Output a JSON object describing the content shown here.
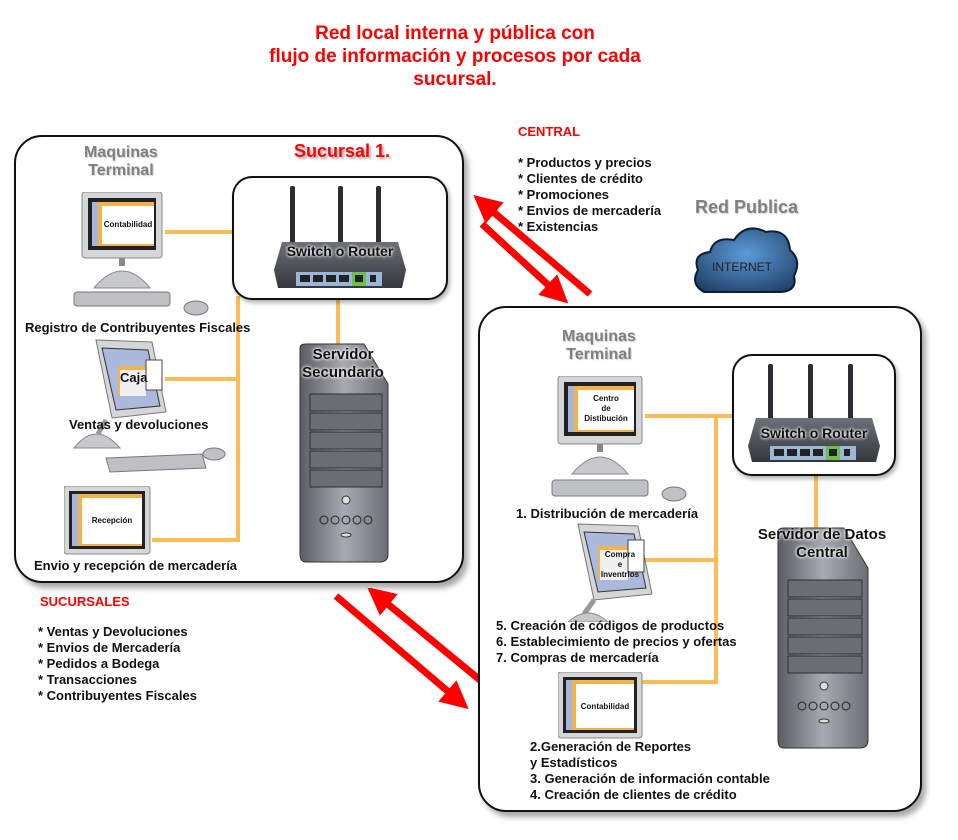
{
  "title": {
    "line1": "Red local interna y pública con",
    "line2": "flujo de información y procesos por cada",
    "line3": "sucursal."
  },
  "branch": {
    "title": "Sucursal 1.",
    "terminals_heading_1": "Maquinas",
    "terminals_heading_2": "Terminal",
    "router_label": "Switch o Router",
    "server_label_1": "Servidor",
    "server_label_2": "Secundario",
    "terminals": [
      {
        "screen": "Contabilidad",
        "caption": "Registro de Contribuyentes Fiscales"
      },
      {
        "screen": "Caja",
        "caption": "Ventas y devoluciones"
      },
      {
        "screen": "Recepción",
        "caption": "Envio y recepción de mercadería"
      }
    ]
  },
  "central_flow": {
    "heading": "CENTRAL",
    "items": [
      "* Productos y precios",
      "* Clientes de crédito",
      "* Promociones",
      "* Envios de mercadería",
      "* Existencias"
    ]
  },
  "public_network": {
    "heading": "Red Publica",
    "cloud_label": "INTERNET"
  },
  "branches_flow": {
    "heading": "SUCURSALES",
    "items": [
      "* Ventas y Devoluciones",
      "* Envios de Mercadería",
      "* Pedidos a Bodega",
      "* Transacciones",
      "* Contribuyentes Fiscales"
    ]
  },
  "central": {
    "terminals_heading_1": "Maquinas",
    "terminals_heading_2": "Terminal",
    "router_label": "Switch o Router",
    "server_label_1": "Servidor de Datos",
    "server_label_2": "Central",
    "terminals": [
      {
        "screen": [
          "Centro",
          "de",
          "Distibución"
        ],
        "captions": [
          "1. Distribución de mercadería"
        ]
      },
      {
        "screen": [
          "Compra",
          "e",
          "Inventrios"
        ],
        "captions": [
          "5. Creación de códigos de productos",
          "6. Establecimiento de precios y ofertas",
          "7. Compras de mercadería"
        ]
      },
      {
        "screen": [
          "Contabilidad"
        ],
        "captions": [
          "2.Generación de Reportes",
          "y Estadísticos",
          "3. Generación de información contable",
          "4. Creación de clientes de crédito"
        ]
      }
    ]
  },
  "colors": {
    "accent_red": "#ff0000",
    "wire": "#ffbb55",
    "heading_gray": "#808080",
    "cloud": "#3a6ea5"
  }
}
